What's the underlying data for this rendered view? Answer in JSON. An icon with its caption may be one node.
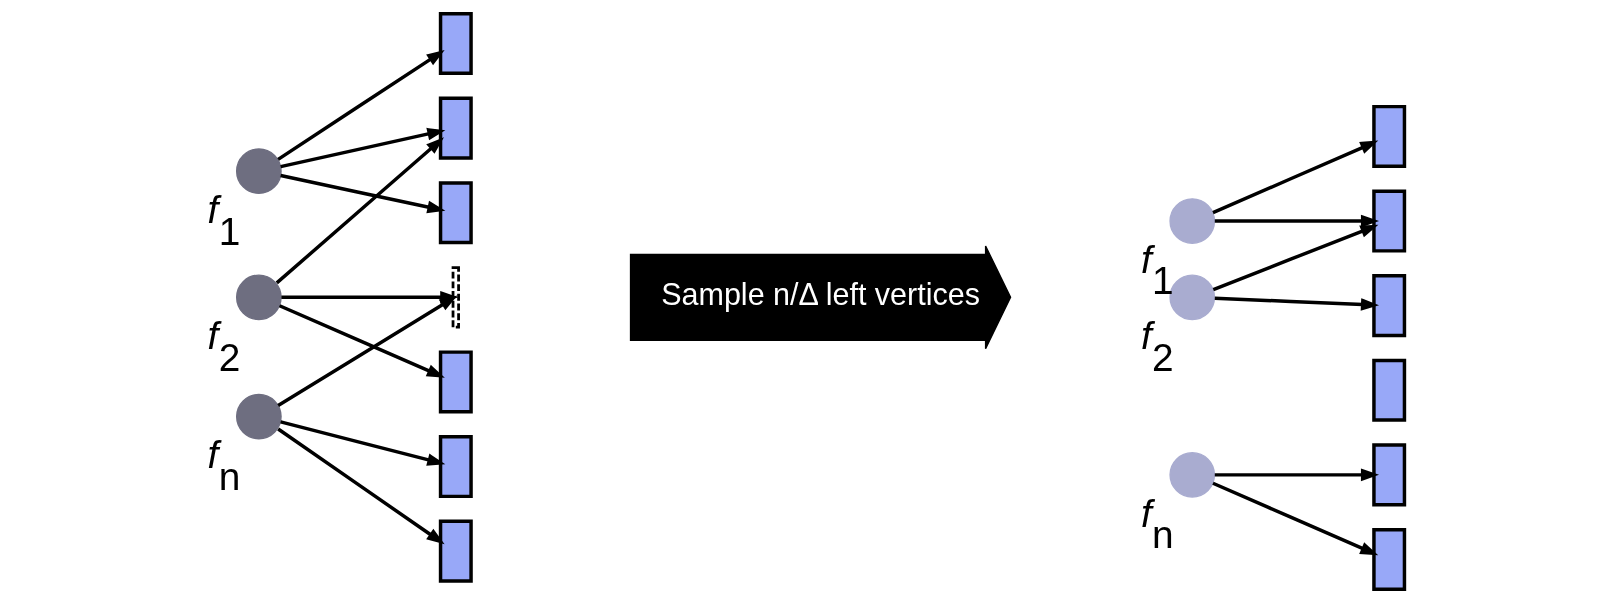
{
  "diagram": {
    "nodes": [
      {
        "text": [],
        "shape": "circle",
        "beside": [
          "f$_{1}$"
        ]
      },
      {
        "text": [],
        "shape": "circle",
        "beside": [
          "f$_{2}$"
        ]
      },
      {
        "text": [],
        "shape": "circle",
        "beside": [
          "f$_{n}$"
        ]
      },
      {
        "text": [],
        "shape": "box"
      },
      {
        "text": [],
        "shape": "box"
      },
      {
        "text": [],
        "shape": "box"
      },
      {
        "text": [],
        "shape": "bar"
      },
      {
        "text": [],
        "shape": "box"
      },
      {
        "text": [],
        "shape": "box"
      },
      {
        "text": [],
        "shape": "box"
      },
      {
        "text": [
          "Sample n/Δ left vertices"
        ]
      },
      {
        "text": [],
        "shape": "circle",
        "beside": [
          "f$_{1}$"
        ]
      },
      {
        "text": [],
        "shape": "circle",
        "beside": [
          "f$_{2}$"
        ]
      },
      {
        "text": [],
        "shape": "circle",
        "beside": [
          "f$_{n}$"
        ]
      },
      {
        "text": [],
        "shape": "box"
      },
      {
        "text": [],
        "shape": "box"
      },
      {
        "text": [],
        "shape": "box"
      },
      {
        "text": [],
        "shape": "box"
      },
      {
        "text": [],
        "shape": "box"
      },
      {
        "text": [],
        "shape": "box"
      }
    ],
    "edges": [
      {
        "from": 0,
        "to": 3,
        "arrow": "to"
      },
      {
        "from": 0,
        "to": 4,
        "arrow": "to"
      },
      {
        "from": 0,
        "to": 5,
        "arrow": "to"
      },
      {
        "from": 1,
        "to": 4,
        "arrow": "to"
      },
      {
        "from": 1,
        "to": 6,
        "arrow": "to"
      },
      {
        "from": 1,
        "to": 7,
        "arrow": "to"
      },
      {
        "from": 2,
        "to": 6,
        "arrow": "to"
      },
      {
        "from": 2,
        "to": 8,
        "arrow": "to"
      },
      {
        "from": 2,
        "to": 9,
        "arrow": "to"
      },
      {
        "from": 11,
        "to": 14,
        "arrow": "to"
      },
      {
        "from": 11,
        "to": 15,
        "arrow": "to"
      },
      {
        "from": 12,
        "to": 15,
        "arrow": "to"
      },
      {
        "from": 12,
        "to": 16,
        "arrow": "to"
      },
      {
        "from": 13,
        "to": 18,
        "arrow": "to"
      },
      {
        "from": 13,
        "to": 19,
        "arrow": "to"
      }
    ]
  }
}
